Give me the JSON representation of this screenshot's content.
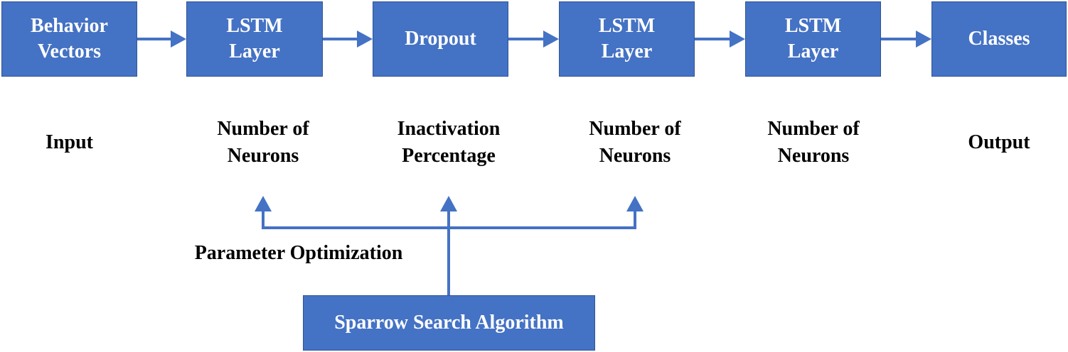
{
  "pipeline": [
    {
      "id": "behavior",
      "text": "Behavior\nVectors"
    },
    {
      "id": "lstm1",
      "text": "LSTM\nLayer"
    },
    {
      "id": "dropout",
      "text": "Dropout"
    },
    {
      "id": "lstm2",
      "text": "LSTM\nLayer"
    },
    {
      "id": "lstm3",
      "text": "LSTM\nLayer"
    },
    {
      "id": "classes",
      "text": "Classes"
    }
  ],
  "labels": [
    "Input",
    "Number of\nNeurons",
    "Inactivation\nPercentage",
    "Number of\nNeurons",
    "Number of\nNeurons",
    "Output"
  ],
  "optimization_label": "Parameter Optimization",
  "algorithm_box": "Sparrow Search Algorithm",
  "colors": {
    "box_fill": "#4472c4",
    "box_border": "#2f5597",
    "arrow": "#4472c4"
  }
}
